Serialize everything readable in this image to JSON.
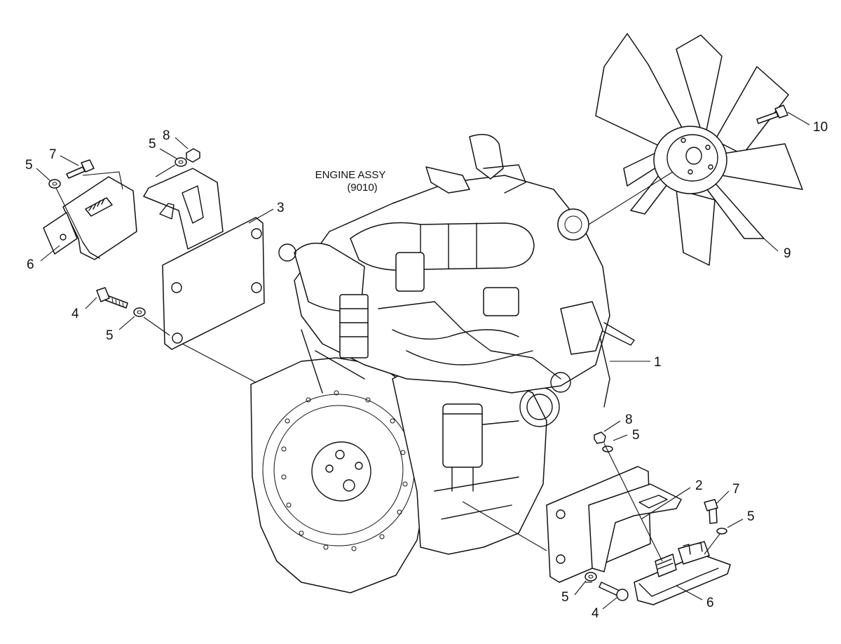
{
  "engine_label": {
    "name": "ENGINE ASSY",
    "code": "(9010)"
  },
  "callouts": {
    "engine": "1",
    "bracket_right": "2",
    "bracket_left": "3",
    "bolt_left": "4",
    "bolt_right": "4",
    "washer_left_top": "5",
    "washer_left_upper": "5",
    "washer_left_lower": "5",
    "washer_right_top": "5",
    "washer_right_mid": "5",
    "washer_right_bottom": "5",
    "mount_left": "6",
    "mount_right": "6",
    "bolt_small_left": "7",
    "bolt_small_right": "7",
    "nut_left": "8",
    "nut_right": "8",
    "fan": "9",
    "fan_bolt": "10"
  }
}
